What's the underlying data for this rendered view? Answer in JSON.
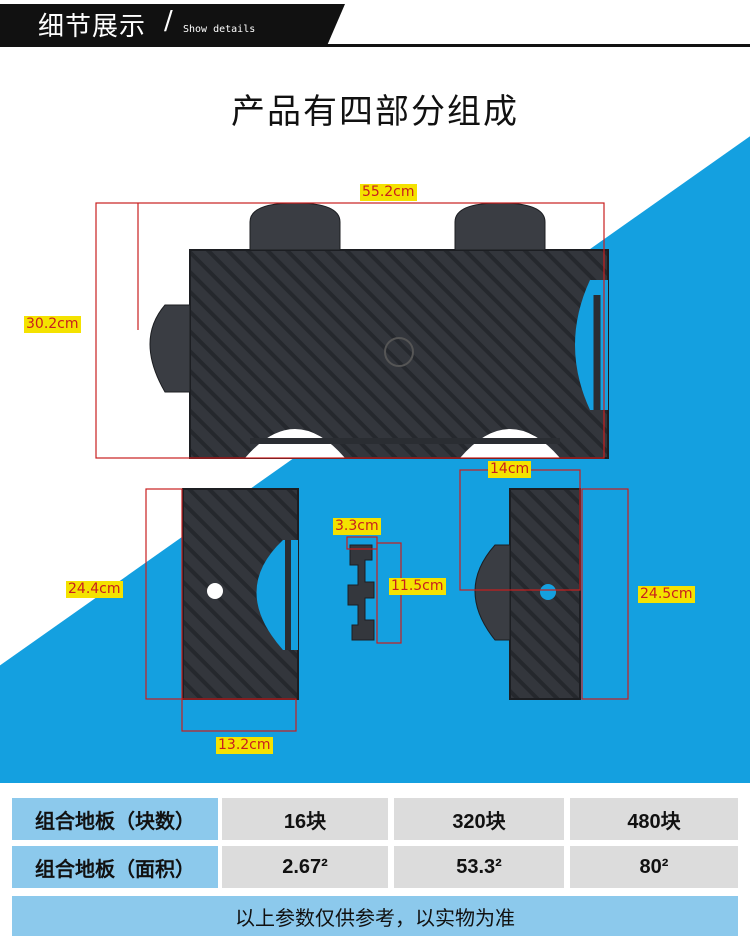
{
  "header": {
    "title": "细节展示",
    "slash": "/",
    "subtitle": "Show details"
  },
  "main_title": "产品有四部分组成",
  "dimensions": {
    "width_top": "55.2cm",
    "height_left": "30.2cm",
    "left_piece_height": "24.4cm",
    "left_piece_width": "13.2cm",
    "connector_width": "3.3cm",
    "connector_height": "11.5cm",
    "right_piece_width": "14cm",
    "right_piece_height": "24.5cm"
  },
  "table": {
    "row1": {
      "label": "组合地板（块数）",
      "v1": "16块",
      "v2": "320块",
      "v3": "480块"
    },
    "row2": {
      "label": "组合地板（面积）",
      "v1": "2.67²",
      "v2": "53.3²",
      "v3": "80²"
    },
    "footer": "以上参数仅供参考，以实物为准"
  },
  "colors": {
    "blue": "#14a0e0",
    "plate": "#2f3238",
    "dim_line": "#c81e1e",
    "dim_label_bg": "#f4e200",
    "table_header": "#8cc9ec",
    "table_cell": "#dcdcdc"
  }
}
